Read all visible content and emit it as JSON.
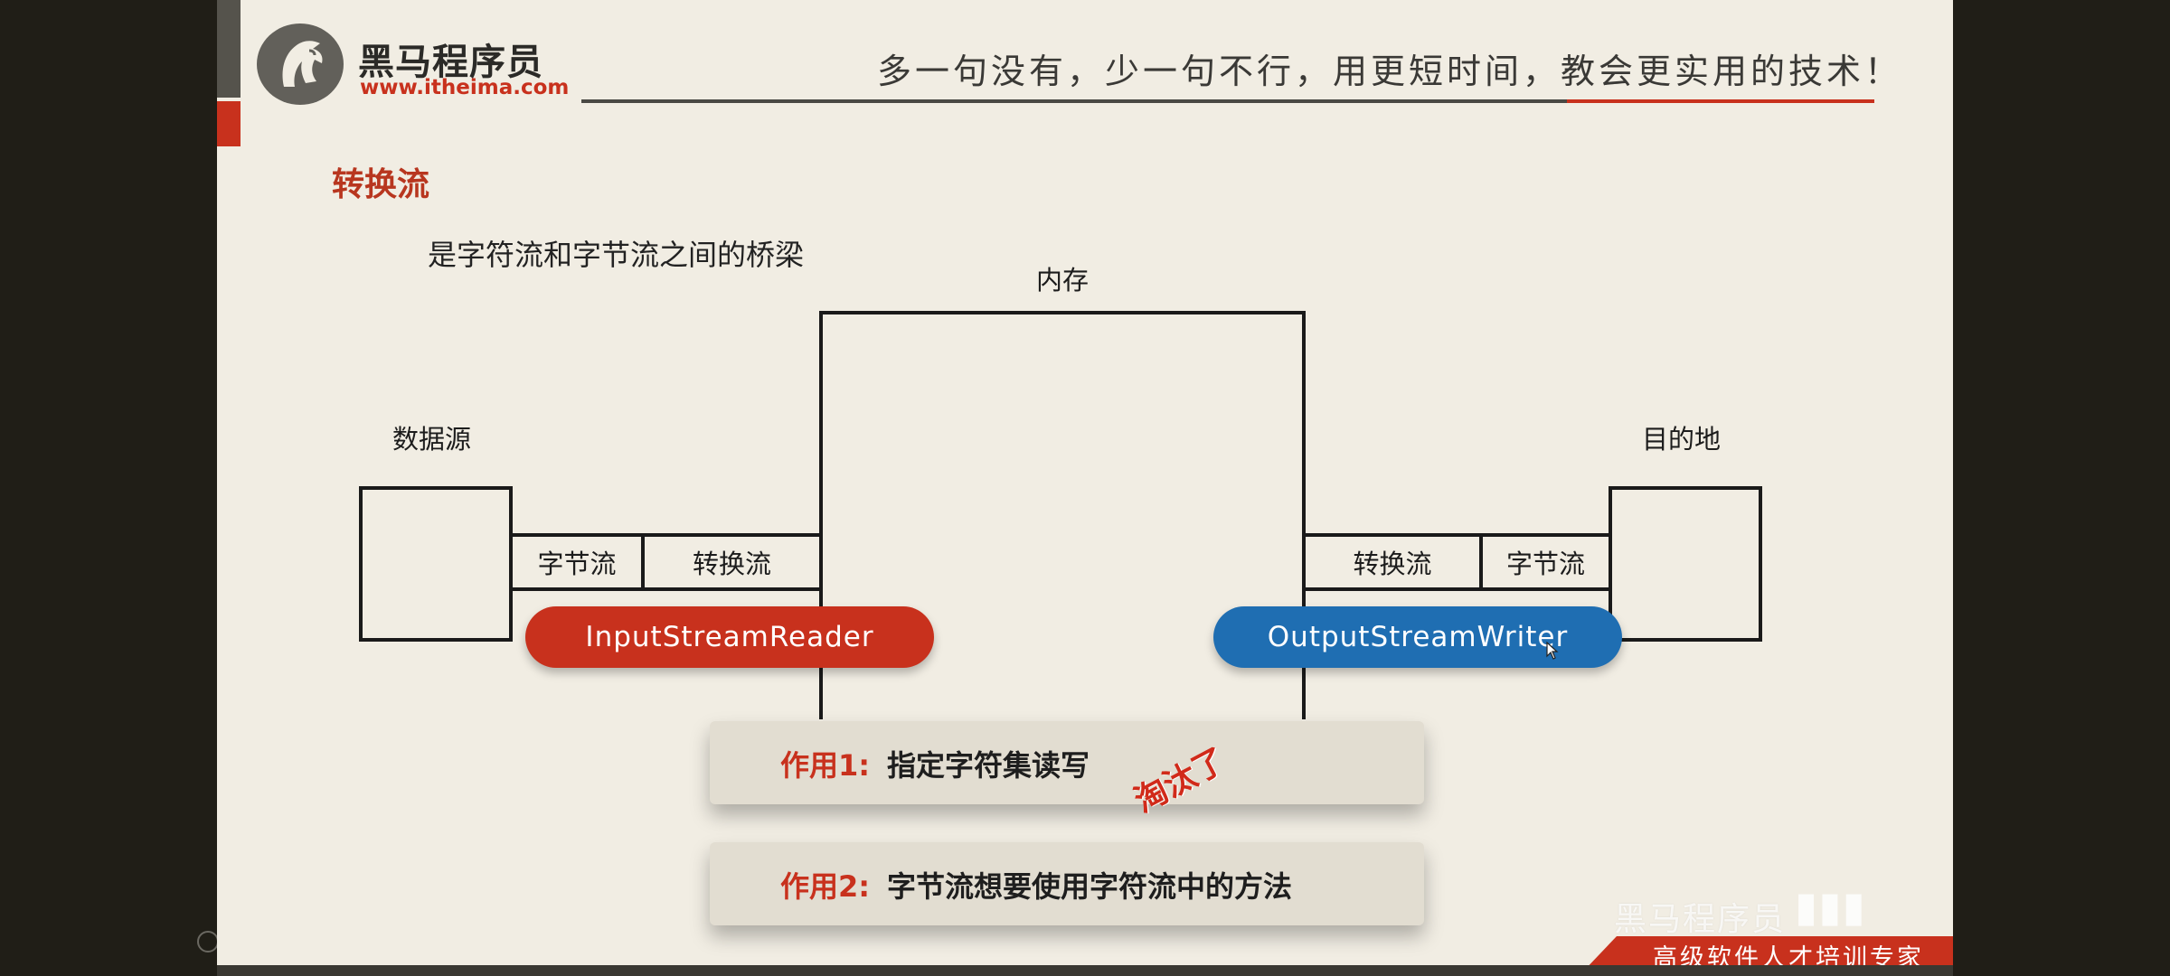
{
  "header": {
    "logo_cn": "黑马程序员",
    "logo_url": "www.itheima.com",
    "slogan": "多一句没有，少一句不行，用更短时间，教会更实用的技术！"
  },
  "slide": {
    "title": "转换流",
    "subtitle": "是字符流和字节流之间的桥梁"
  },
  "diagram": {
    "memory_label": "内存",
    "source_label": "数据源",
    "destination_label": "目的地",
    "left_byte_stream": "字节流",
    "left_convert_stream": "转换流",
    "right_convert_stream": "转换流",
    "right_byte_stream": "字节流",
    "input_reader": "InputStreamReader",
    "output_writer": "OutputStreamWriter"
  },
  "cards": [
    {
      "prefix": "作用1:",
      "text": "指定字符集读写"
    },
    {
      "prefix": "作用2:",
      "text": "字节流想要使用字符流中的方法"
    }
  ],
  "stamp": "淘汰了",
  "footer": {
    "tagline": "高级软件人才培训专家"
  },
  "watermark": "黑马程序员",
  "colors": {
    "accent_red": "#c8311d",
    "accent_blue": "#1f6eb2",
    "slide_bg": "#f1ede3"
  }
}
